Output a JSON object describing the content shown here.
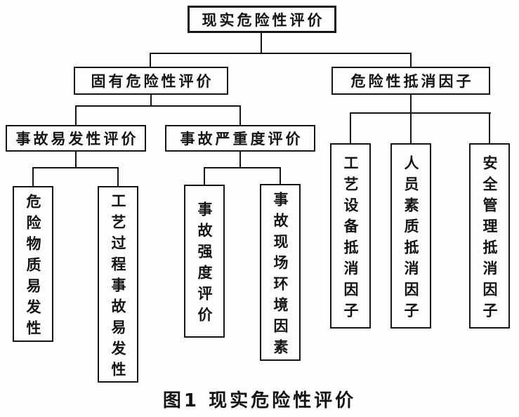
{
  "figure": {
    "caption": "图1 现实危险性评价"
  },
  "nodes": {
    "root": "现实危险性评价",
    "inherent_risk": "固有危险性评价",
    "offset_factors": "危险性抵消因子",
    "accident_proneness": "事故易发性评价",
    "accident_severity": "事故严重度评价",
    "hazardous_material": "危险物质易发性",
    "process_accident": "工艺过程事故易发性",
    "accident_intensity": "事故强度评价",
    "site_environment": "事故现场环境因素",
    "equipment_offset": "工艺设备抵消因子",
    "personnel_offset": "人员素质抵消因子",
    "management_offset": "安全管理抵消因子"
  },
  "colors": {
    "ink": "#161616",
    "background": "#fefefe"
  }
}
